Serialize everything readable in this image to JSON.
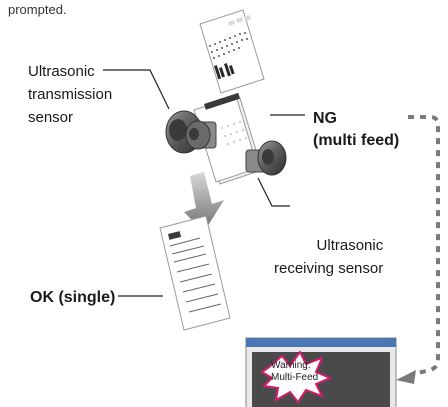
{
  "top_caption": "prompted.",
  "labels": {
    "ultrasonic_transmission": [
      "Ultrasonic",
      "transmission",
      "sensor"
    ],
    "ng": [
      "NG",
      "(multi feed)"
    ],
    "ultrasonic_receiving": [
      "Ultrasonic",
      "receiving sensor"
    ],
    "ok": "OK (single)"
  },
  "warning": {
    "line1": "Warning:",
    "line2": "Multi-Feed"
  },
  "colors": {
    "sensor_gray": "#6b6b6b",
    "arrow_gray": "#8a8a8a",
    "dotted_line": "#7a7a7a",
    "window_title_bar": "#4a78b4",
    "window_body": "#4a4a4a",
    "burst_outline": "#d21e6e"
  }
}
